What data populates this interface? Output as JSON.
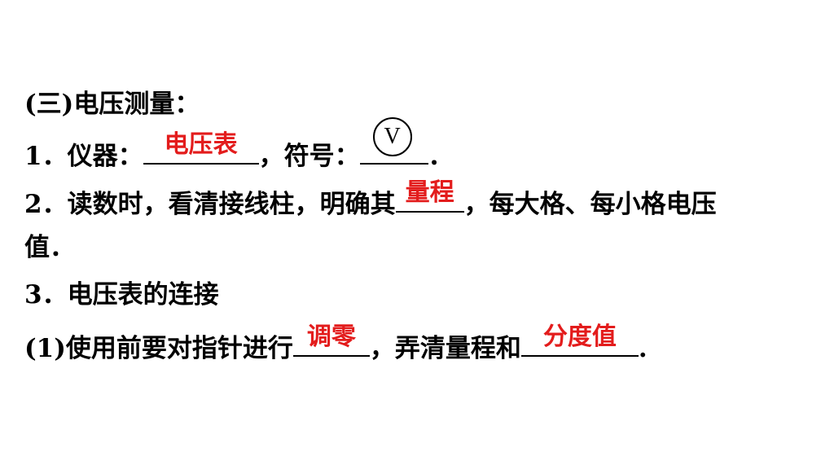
{
  "section_title": "(三)电压测量：",
  "item1": {
    "prefix": "1．仪器：",
    "answer": "电压表",
    "middle": "，符号：",
    "symbol_letter": "V",
    "end": "．"
  },
  "item2": {
    "prefix": "2．读数时，看清接线柱，明确其",
    "answer": "量程",
    "suffix": "，每大格、每小格电压",
    "continuation": "值．"
  },
  "item3": {
    "text": "3．电压表的连接"
  },
  "sub1": {
    "prefix": "(1)使用前要对指针进行",
    "answer1": "调零",
    "middle": "，弄清量程和",
    "answer2": "分度值",
    "end": "."
  },
  "colors": {
    "answer": "#e31c1c",
    "text": "#000000"
  }
}
